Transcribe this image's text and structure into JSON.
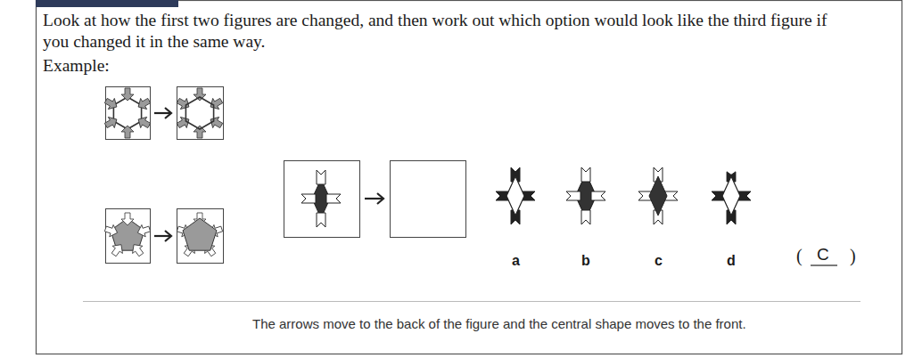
{
  "diagram": {
    "caption": "The arrows move to the back of the figure and the central shape moves to the front.",
    "labels": [
      "Look at how the first two figures are changed, and then work out which option would look like the third figure if you changed it in the same way.",
      "Example:",
      "a",
      "b",
      "c",
      "d",
      "(",
      "C",
      ")"
    ]
  }
}
